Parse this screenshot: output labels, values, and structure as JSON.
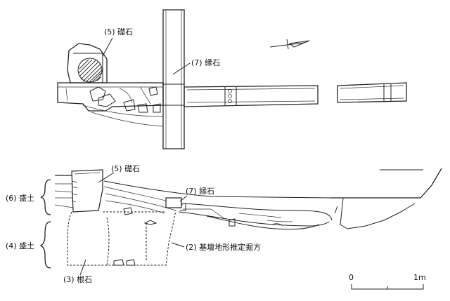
{
  "labels": {
    "plan_foundation_stone": "(5) 礎石",
    "plan_edge_stone": "(7) 縁石",
    "section_foundation_stone": "(5) 礎石",
    "section_edge_stone": "(7) 縁石",
    "fill_upper": "(6) 盛土",
    "fill_lower": "(4) 盛土",
    "excavation": "(2) 基壇地形推定掘方",
    "root_stone": "(3) 根石"
  },
  "scale_bar": {
    "start_label": "0",
    "end_label": "1m"
  },
  "colors": {
    "ink": "#222222",
    "paper": "#ffffff"
  }
}
